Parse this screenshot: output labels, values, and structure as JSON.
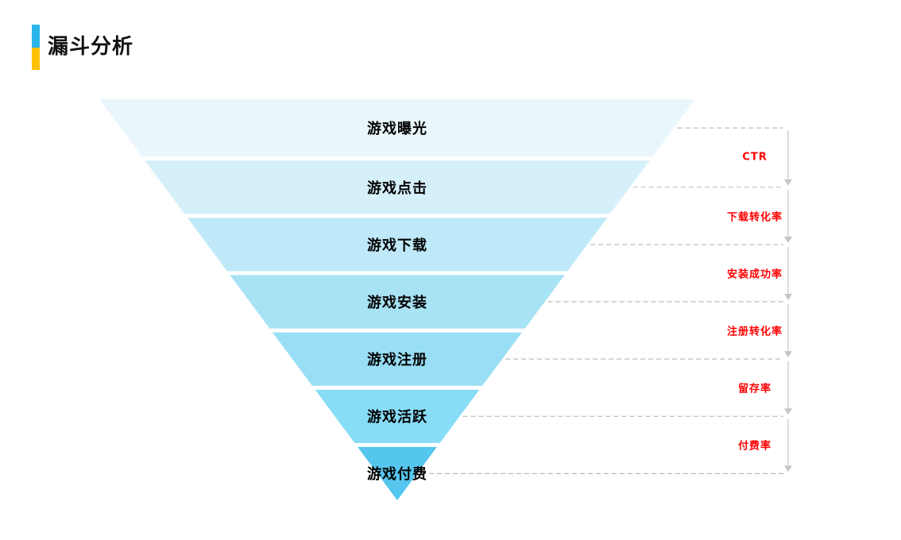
{
  "header": {
    "title": "漏斗分析",
    "accent_bar": {
      "top_color": "#29B5EA",
      "bottom_color": "#FFC000"
    }
  },
  "chart_data": {
    "type": "funnel",
    "title": "漏斗分析",
    "orientation": "inverted-triangle",
    "stages": [
      "游戏曝光",
      "游戏点击",
      "游戏下载",
      "游戏安装",
      "游戏注册",
      "游戏活跃",
      "游戏付费"
    ],
    "stage_colors": [
      "#E9F7FD",
      "#D6F0FA",
      "#BFE9F8",
      "#A8E2F5",
      "#98DFF5",
      "#87DCF6",
      "#55C6EE"
    ],
    "stage_label_color": "#000000",
    "conversion_labels": [
      "CTR",
      "下载转化率",
      "安装成功率",
      "注册转化率",
      "留存率",
      "付费率"
    ],
    "conversion_label_color": "#FF0000",
    "connector_line_color": "#BDBDBD",
    "arrow_color": "#C6C6C6",
    "legend": "none",
    "grid": "off"
  }
}
